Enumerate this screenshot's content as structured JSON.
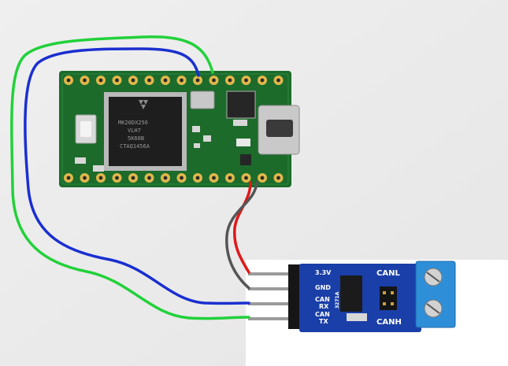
{
  "teensy": {
    "mcu_lines": [
      "MK20DX256",
      "VLH7",
      "5K60B",
      "CTAQ1456A"
    ],
    "board_color": "#1c6b2b",
    "pad_color": "#e0b84a"
  },
  "transceiver": {
    "pin_labels": [
      "3.3V",
      "GND",
      "CAN",
      "RX",
      "CAN",
      "TX"
    ],
    "bus_labels": [
      "CANL",
      "CANH"
    ],
    "chip_side_label": "3271A",
    "board_color": "#1a3fa8",
    "terminal_color": "#2e8fd8"
  },
  "wires": {
    "green": "#22d13a",
    "blue": "#1a2fd0",
    "red": "#e01818",
    "gray": "#555555"
  }
}
